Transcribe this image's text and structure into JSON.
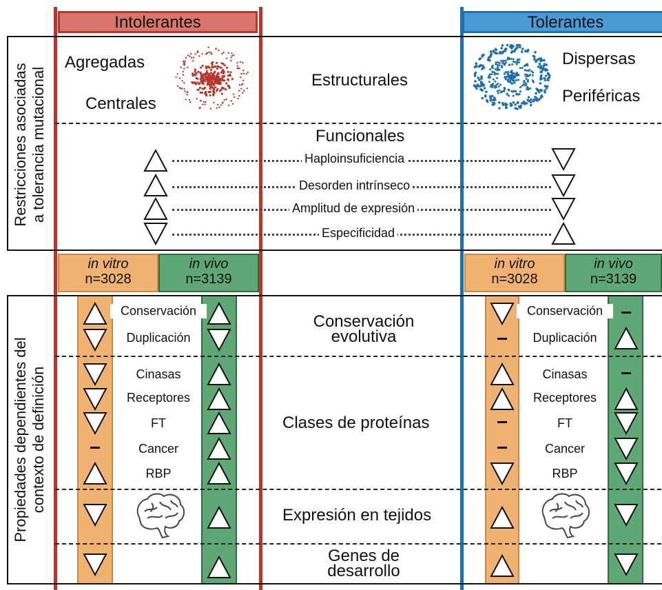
{
  "headers": {
    "left": "Intolerantes",
    "right": "Tolerantes"
  },
  "colors": {
    "intolerant": "#b8372a",
    "tolerant": "#1f6fae",
    "in_vitro": "#f0b272",
    "in_vivo": "#5fa876"
  },
  "section1": {
    "side_label_1": "Restricciones asociadas",
    "side_label_2": "a tolerancia mutacional",
    "left_top": "Agregadas",
    "left_bottom": "Centrales",
    "center": "Estructurales",
    "right_top": "Dispersas",
    "right_bottom": "Periféricas",
    "functional_title": "Funcionales",
    "functional_items": [
      "Haploinsuficiencia",
      "Desorden intrínseco",
      "Amplitud de expresión",
      "Especificidad"
    ]
  },
  "conditions": {
    "in_vitro_label": "in vitro",
    "in_vitro_n": "n=3028",
    "in_vivo_label": "in vivo",
    "in_vivo_n": "n=3139"
  },
  "section2": {
    "side_label_1": "Propiedades dependientes del",
    "side_label_2": "contexto de definición",
    "groups": {
      "conservation": "Conservación evolutiva",
      "protein_classes": "Clases de proteínas",
      "tissue_expression": "Expresión en tejidos",
      "dev_genes": "Genes de desarrollo"
    },
    "properties": [
      "Conservación",
      "Duplicación",
      "Cinasas",
      "Receptores",
      "FT",
      "Cancer",
      "RBP"
    ]
  }
}
